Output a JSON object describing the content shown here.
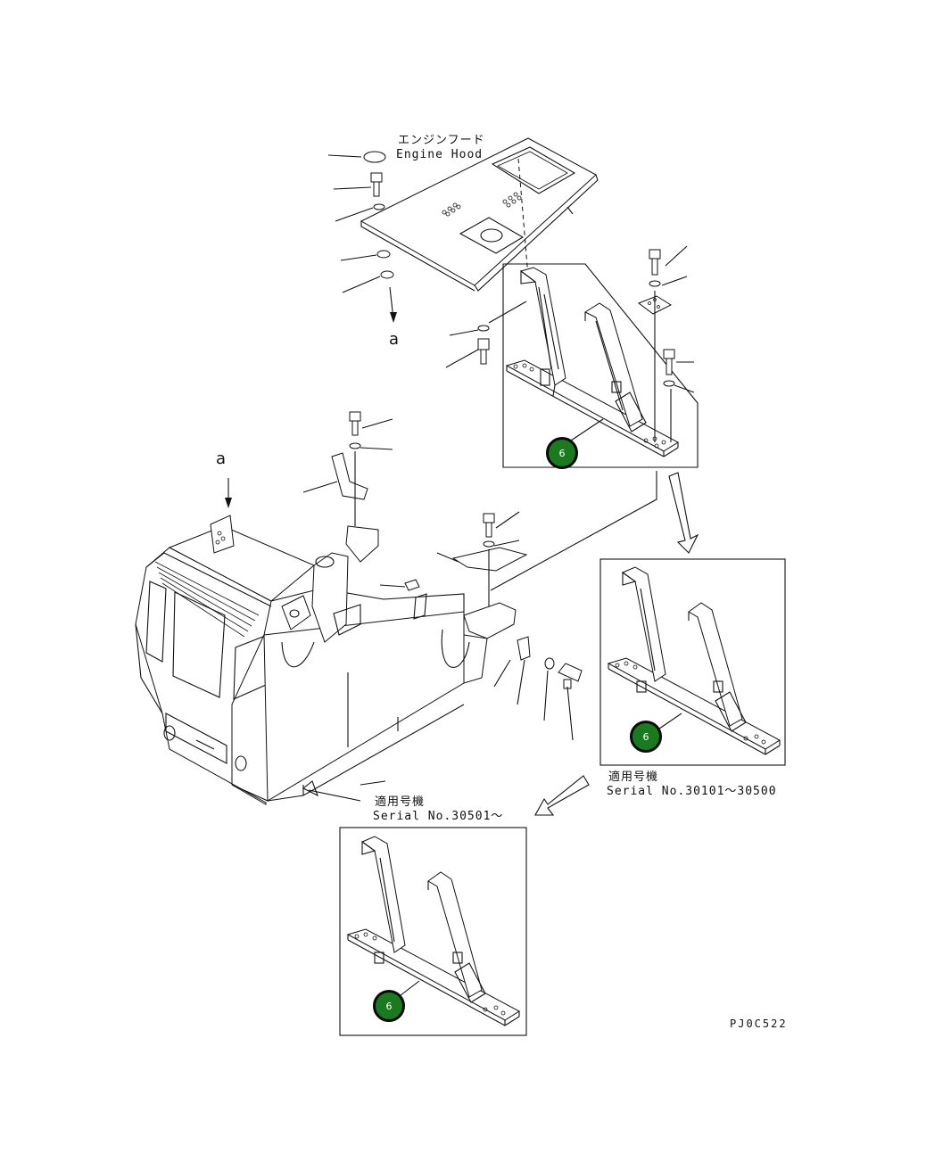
{
  "labels": {
    "engine_hood_jp": "エンジンフード",
    "engine_hood_en": "Engine Hood",
    "view_a_top": "a",
    "view_a_body": "a",
    "serial_jp_1": "適用号機",
    "serial_en_1": "Serial No.30101～30500",
    "serial_jp_2": "適用号機",
    "serial_en_2": "Serial No.30501～",
    "drawing_code": "PJ0C522"
  },
  "callouts": [
    {
      "label": "6"
    },
    {
      "label": "6"
    },
    {
      "label": "6"
    }
  ],
  "colors": {
    "callout_fill": "#1a7a1f",
    "callout_border": "#0a0a0a",
    "line": "#111111"
  }
}
